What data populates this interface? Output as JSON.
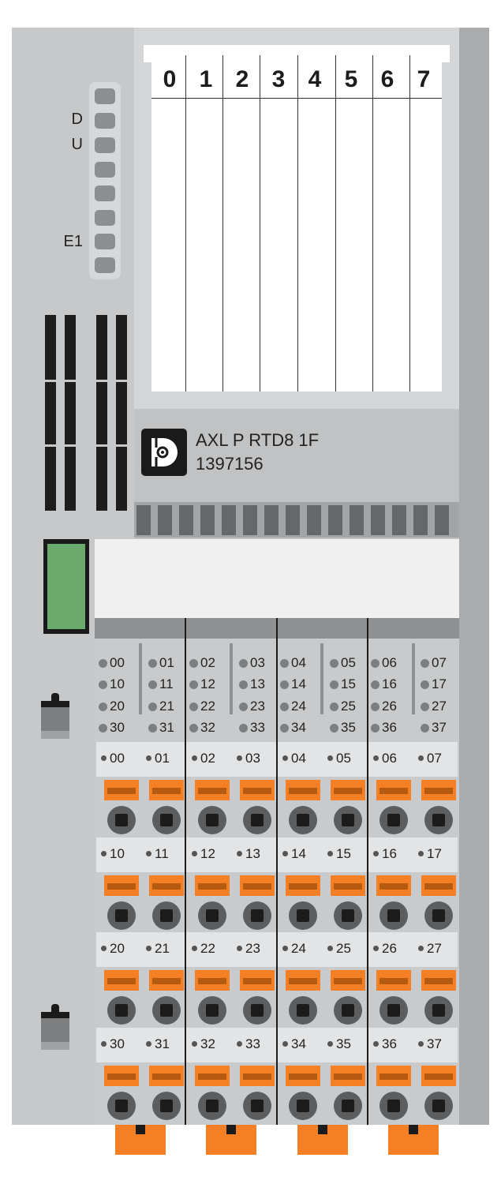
{
  "channels": [
    "0",
    "1",
    "2",
    "3",
    "4",
    "5",
    "6",
    "7"
  ],
  "led_labels": {
    "d": "D",
    "u": "U",
    "e1": "E1"
  },
  "product": {
    "name": "AXL P RTD8 1F",
    "code": "1397156"
  },
  "status_grid": [
    [
      "00",
      "01",
      "02",
      "03",
      "04",
      "05",
      "06",
      "07"
    ],
    [
      "10",
      "11",
      "12",
      "13",
      "14",
      "15",
      "16",
      "17"
    ],
    [
      "20",
      "21",
      "22",
      "23",
      "24",
      "25",
      "26",
      "27"
    ],
    [
      "30",
      "31",
      "32",
      "33",
      "34",
      "35",
      "36",
      "37"
    ]
  ],
  "terminal_rows": [
    [
      "00",
      "01",
      "02",
      "03",
      "04",
      "05",
      "06",
      "07"
    ],
    [
      "10",
      "11",
      "12",
      "13",
      "14",
      "15",
      "16",
      "17"
    ],
    [
      "20",
      "21",
      "22",
      "23",
      "24",
      "25",
      "26",
      "27"
    ],
    [
      "30",
      "31",
      "32",
      "33",
      "34",
      "35",
      "36",
      "37"
    ]
  ],
  "colors": {
    "housing": "#c6c8c9",
    "accent_orange": "#f47f24",
    "status_green": "#6aaa6d"
  }
}
